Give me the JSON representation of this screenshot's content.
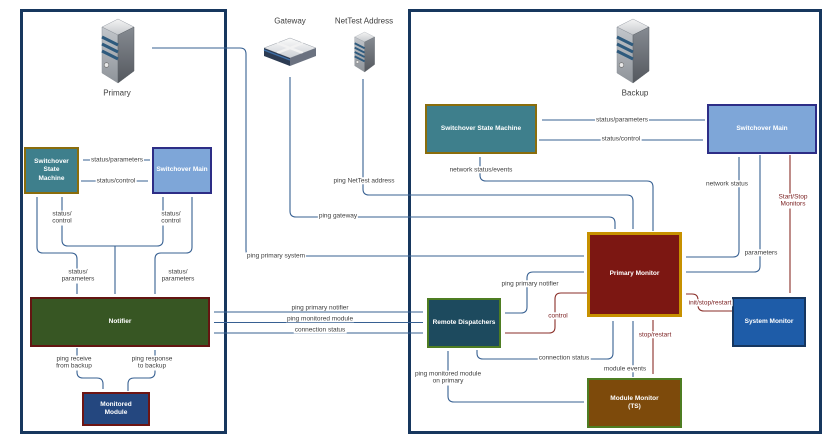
{
  "colors": {
    "panel_border": "#17375E",
    "wire_blue": "#376092",
    "wire_red": "#8A2E28",
    "ssm_fill": "#3E7F8C",
    "ssm_border": "#8A6D0C",
    "switchover_main_fill": "#7EA6D8",
    "switchover_main_border": "#2D2D86",
    "notifier_fill": "#375623",
    "dark_red_border": "#641512",
    "monitored_module_fill": "#24477F",
    "primary_monitor_fill": "#7C1712",
    "primary_monitor_border": "#C79100",
    "system_monitor_fill": "#1E5CA8",
    "remote_dispatchers_fill": "#1D4A5E",
    "green_border": "#4E7D22",
    "module_monitor_fill": "#7D4A0B"
  },
  "middle": {
    "gateway_label": "Gateway",
    "nettest_label": "NetTest Address",
    "ping_nettest": "ping NetTest address",
    "ping_gateway": "ping gateway",
    "ping_primary_system": "ping primary system",
    "ping_primary_notifier": "ping primary notifier",
    "ping_monitored_module": "ping  monitored module",
    "connection_status": "connection status"
  },
  "left_panel": {
    "server_label": "Primary",
    "boxes": {
      "ssm": "Switchover State\nMachine",
      "sm": "Switchover Main",
      "notifier": "Notifier",
      "monitored_module": "Monitored\nModule"
    },
    "labels": {
      "status_parameters": "status/parameters",
      "status_control": "status/control",
      "status_control_left": "status/\ncontrol",
      "status_control_right": "status/\ncontrol",
      "status_parameters_left": "status/\nparameters",
      "status_parameters_right": "status/\nparameters",
      "ping_receive": "ping receive\nfrom backup",
      "ping_response": "ping response\nto backup"
    }
  },
  "right_panel": {
    "server_label": "Backup",
    "boxes": {
      "ssm": "Switchover State Machine",
      "sm": "Switchover Main",
      "primary_monitor": "Primary Monitor",
      "system_monitor": "System Monitor",
      "remote_dispatchers": "Remote Dispatchers",
      "module_monitor": "Module Monitor\n(TS)"
    },
    "labels": {
      "status_parameters": "status/parameters",
      "status_control": "status/control",
      "network_status_events": "network status/events",
      "network_status": "network status",
      "start_stop_monitors": "Start/Stop Monitors",
      "parameters": "parameters",
      "init_stop_restart": "init/stop/restart",
      "control": "control",
      "ping_primary_notifier": "ping primary notifier",
      "connection_status": "connection status",
      "module_events": "module events",
      "stop_restart": "stop/restart",
      "ping_monitored_module_on_primary": "ping  monitored module\non primary"
    }
  }
}
